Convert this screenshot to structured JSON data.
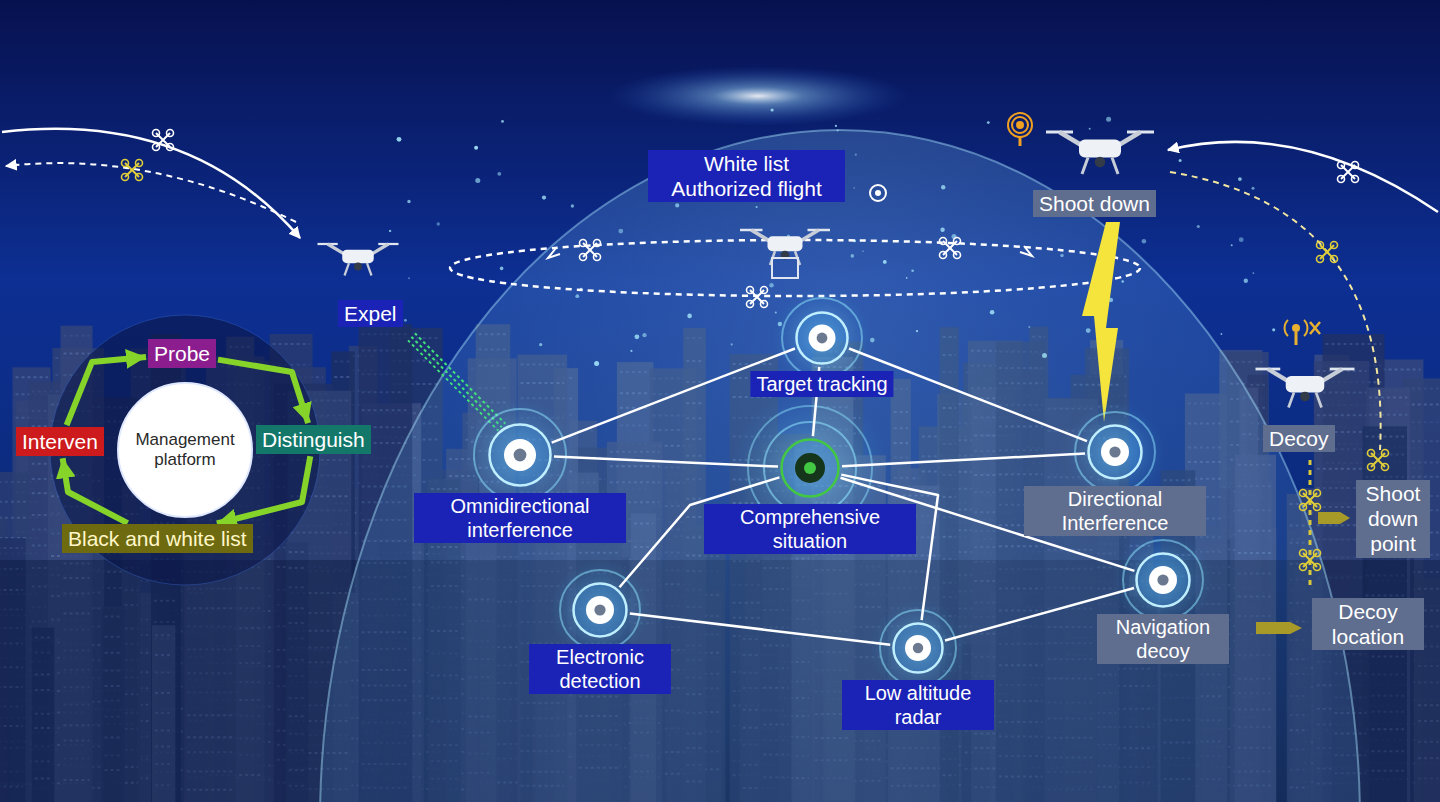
{
  "diagram": {
    "nodes": [
      {
        "text": [
          "Probe"
        ]
      },
      {
        "text": [
          "Interven"
        ]
      },
      {
        "text": [
          "Management platform"
        ]
      },
      {
        "text": [
          "Distinguish"
        ]
      },
      {
        "text": [
          "Black and white list"
        ]
      },
      {
        "text": [
          "Target tracking"
        ]
      },
      {
        "text": [
          "Omnidirectional interference"
        ]
      },
      {
        "text": [
          "Comprehensive situation"
        ]
      },
      {
        "text": [
          "Directional Interference"
        ]
      },
      {
        "text": [
          "Electronic detection"
        ]
      },
      {
        "text": [
          "Low altitude radar"
        ]
      },
      {
        "text": [
          "Navigation decoy"
        ]
      }
    ],
    "edges": [
      {
        "from": 0,
        "to": 3,
        "arrow": "to"
      },
      {
        "from": 3,
        "to": 4,
        "arrow": "to"
      },
      {
        "from": 4,
        "to": 1,
        "arrow": "to"
      },
      {
        "from": 1,
        "to": 0,
        "arrow": "to"
      },
      {
        "from": 5,
        "to": 6,
        "arrow": "none"
      },
      {
        "from": 5,
        "to": 7,
        "arrow": "none"
      },
      {
        "from": 5,
        "to": 8,
        "arrow": "none"
      },
      {
        "from": 6,
        "to": 7,
        "arrow": "none"
      },
      {
        "from": 7,
        "to": 8,
        "arrow": "none"
      },
      {
        "from": 9,
        "to": 7,
        "arrow": "none"
      },
      {
        "from": 9,
        "to": 10,
        "arrow": "none"
      },
      {
        "from": 10,
        "to": 7,
        "arrow": "none"
      },
      {
        "from": 10,
        "to": 11,
        "arrow": "none"
      },
      {
        "from": 7,
        "to": 11,
        "arrow": "none"
      }
    ],
    "labels": [
      "White list Authorized flight",
      "Expel",
      "Shoot down",
      "Decoy",
      "Shoot down point",
      "Decoy location"
    ]
  }
}
